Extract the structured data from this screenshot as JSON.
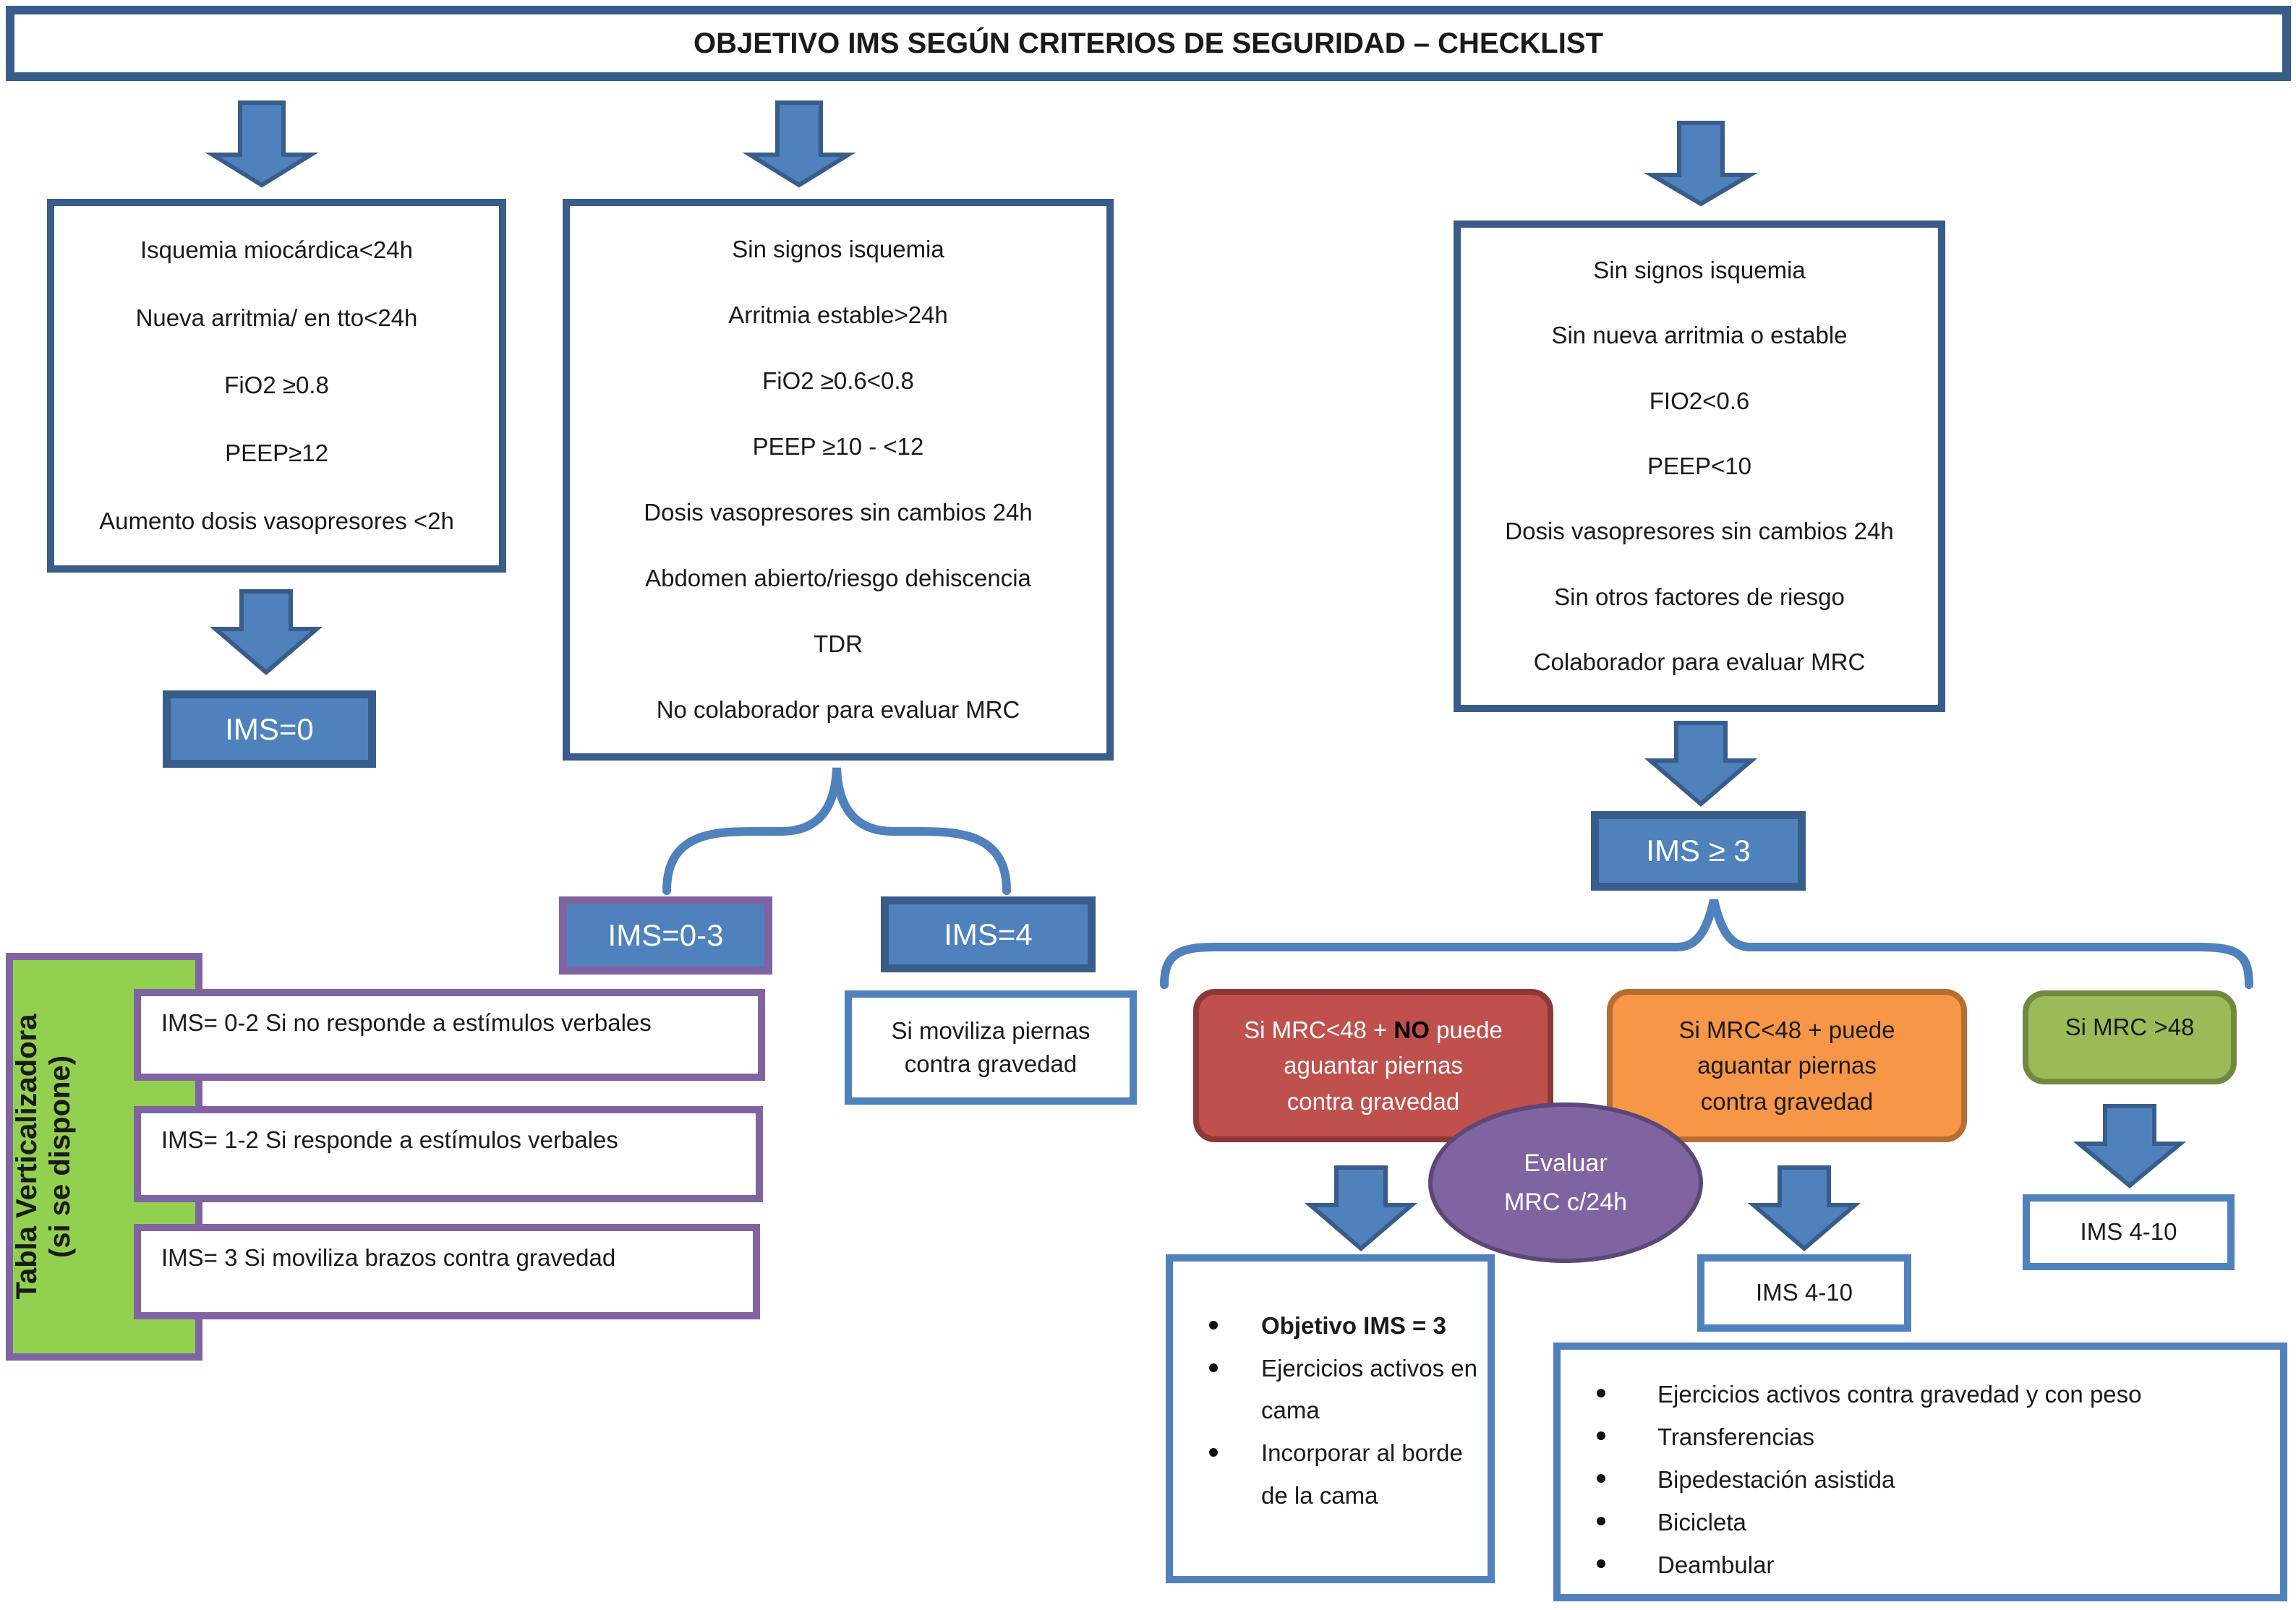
{
  "title": "OBJETIVO IMS SEGÚN CRITERIOS DE SEGURIDAD – CHECKLIST",
  "colors": {
    "primary_blue": "#4f81bd",
    "dark_blue": "#385d8a",
    "purple": "#8064a2",
    "red": "#c0504d",
    "orange": "#f79646",
    "green": "#9bbb59",
    "lime": "#92d050"
  },
  "column_1": {
    "criteria": [
      "Isquemia miocárdica<24h",
      "Nueva arritmia/ en tto<24h",
      "FiO2 ≥0.8",
      "PEEP≥12",
      "Aumento dosis vasopresores <2h"
    ],
    "result": "IMS=0"
  },
  "column_2": {
    "criteria": [
      "Sin signos isquemia",
      "Arritmia estable>24h",
      "FiO2 ≥0.6<0.8",
      "PEEP ≥10 - <12",
      "Dosis vasopresores sin cambios 24h",
      "Abdomen abierto/riesgo dehiscencia",
      "TDR",
      "No colaborador para evaluar MRC"
    ],
    "result_a": "IMS=0-3",
    "result_b": "IMS=4",
    "result_b_condition": [
      "Si moviliza piernas",
      "contra gravedad"
    ],
    "tilt_table": {
      "label_line1": "Tabla Verticalizadora",
      "label_line2": "(si se dispone)",
      "rows": [
        "IMS= 0-2 Si no responde a estímulos verbales",
        "IMS= 1-2 Si responde a estímulos verbales",
        "IMS= 3 Si moviliza brazos contra gravedad"
      ]
    }
  },
  "column_3": {
    "criteria": [
      "Sin signos isquemia",
      "Sin nueva arritmia o estable",
      "FIO2<0.6",
      "PEEP<10",
      "Dosis vasopresores sin cambios 24h",
      "Sin otros factores de riesgo",
      "Colaborador para evaluar MRC"
    ],
    "result": "IMS ≥ 3",
    "branches": {
      "red": {
        "line1_pre": "Si MRC<48 + ",
        "line1_emph": "NO",
        "line1_post": " puede",
        "line2": "aguantar piernas",
        "line3": "contra gravedad"
      },
      "orange": {
        "line1": "Si MRC<48 + puede",
        "line2": "aguantar piernas",
        "line3": "contra gravedad"
      },
      "green": {
        "line1": "Si MRC >48"
      }
    },
    "evaluate": {
      "line1": "Evaluar",
      "line2": "MRC c/24h"
    },
    "red_outcome": [
      "Objetivo IMS = 3",
      "Ejercicios activos en cama",
      "Incorporar al borde de la cama"
    ],
    "orange_result": "IMS 4-10",
    "green_result": "IMS 4-10",
    "activities": [
      "Ejercicios activos contra gravedad y con peso",
      "Transferencias",
      "Bipedestación asistida",
      "Bicicleta",
      "Deambular"
    ]
  }
}
